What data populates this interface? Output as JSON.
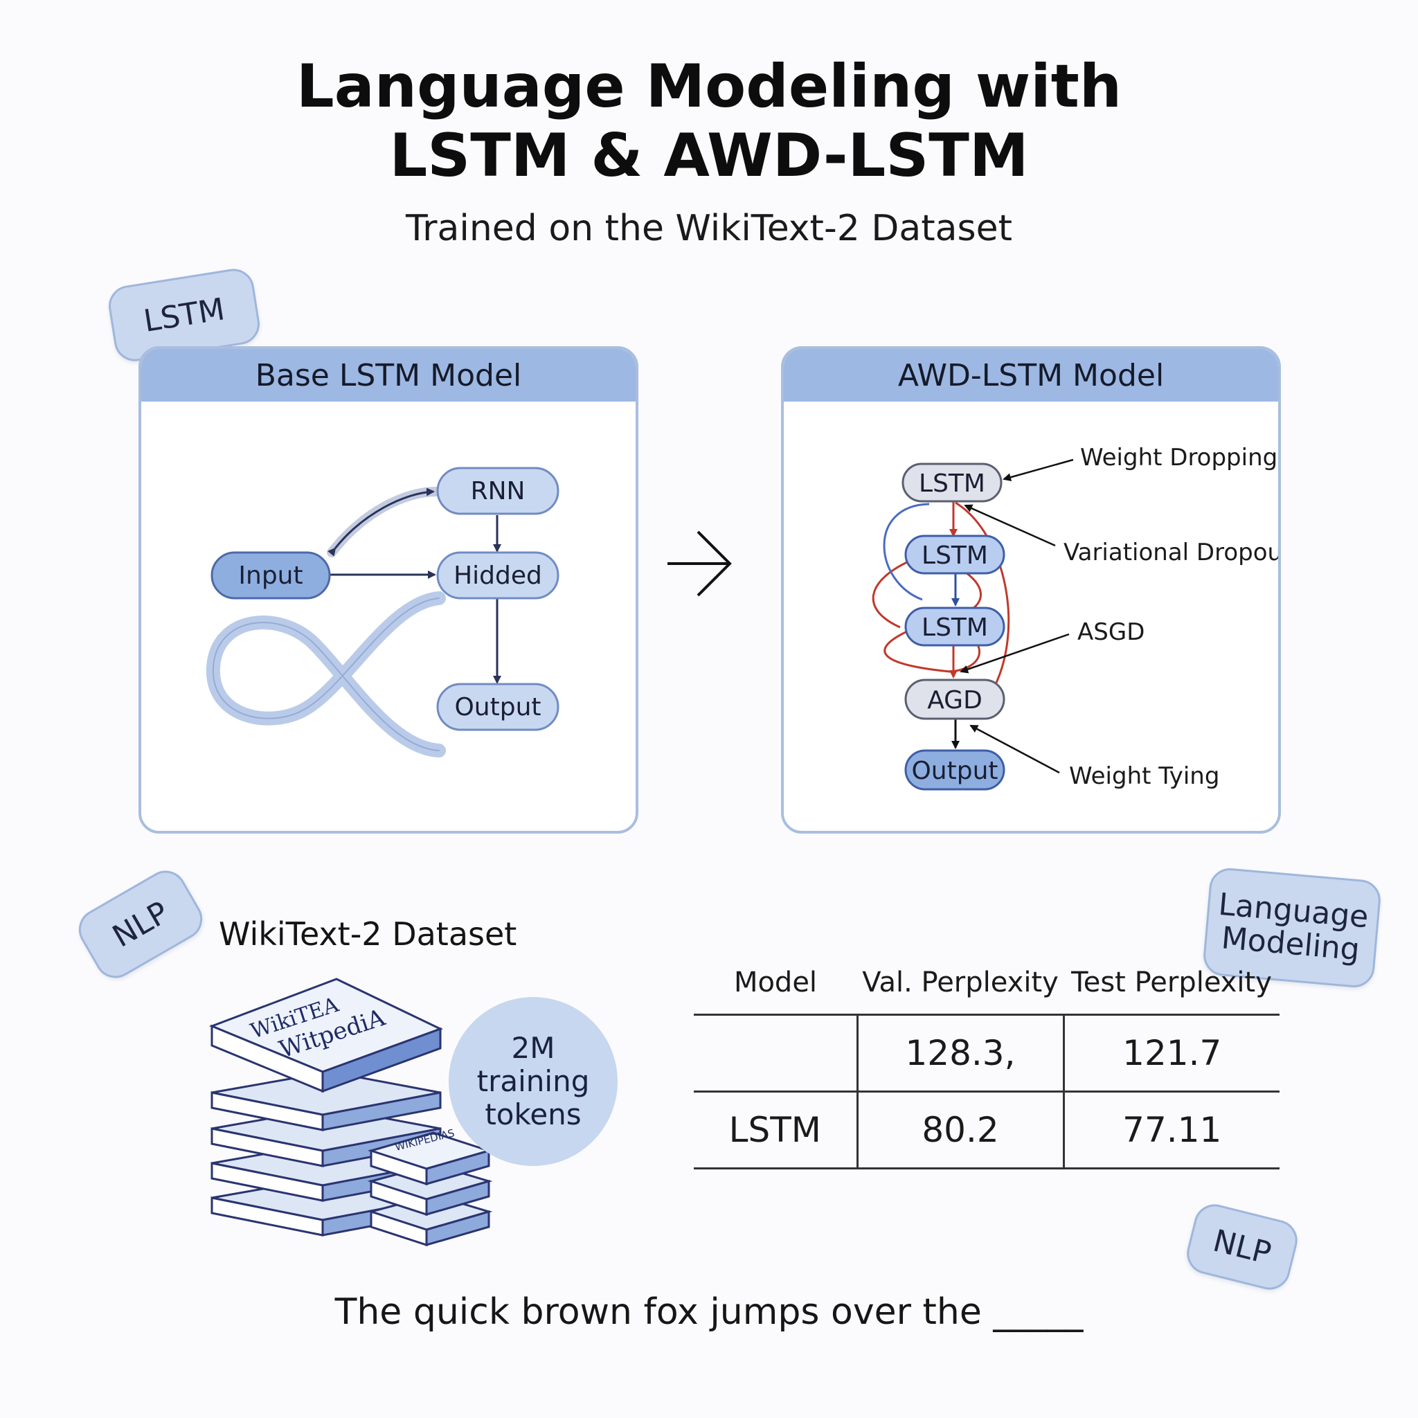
{
  "title_line1": "Language Modeling with",
  "title_line2": "LSTM & AWD-LSTM",
  "subtitle": "Trained on the WikiText-2 Dataset",
  "tags": {
    "lstm": "LSTM",
    "nlp_left": "NLP",
    "lang_line1": "Language",
    "lang_line2": "Modeling",
    "nlp_right": "NLP"
  },
  "base_panel": {
    "title": "Base LSTM Model",
    "nodes": {
      "rnn": "RNN",
      "input": "Input",
      "hidden": "Hidded",
      "output": "Output"
    }
  },
  "awd_panel": {
    "title": "AWD-LSTM Model",
    "nodes": [
      "LSTM",
      "LSTM",
      "LSTM",
      "AGD",
      "Output"
    ],
    "annotations": [
      "Weight Dropping",
      "Variational Dropout",
      "ASGD",
      "Weight Tying"
    ]
  },
  "dataset": {
    "title": "WikiText-2 Dataset",
    "book_text_1": "WikiTEA",
    "book_text_2": "WitpediA",
    "book_text_3": "WIKIPEDIAS",
    "tokens_line1": "2M",
    "tokens_line2": "training",
    "tokens_line3": "tokens"
  },
  "table": {
    "headers": [
      "Model",
      "Val. Perplexity",
      "Test Perplexity"
    ],
    "rows": [
      [
        "",
        "128.3,",
        "121.7"
      ],
      [
        "LSTM",
        "80.2",
        "77.11"
      ]
    ]
  },
  "sentence": "The quick brown fox jumps over the _____",
  "colors": {
    "panel_header": "#9db8e2",
    "node_fill": "#c9d8f1",
    "node_dark": "#8eaee0",
    "accent_red": "#c0392b",
    "arrow_dark": "#2a3358"
  }
}
